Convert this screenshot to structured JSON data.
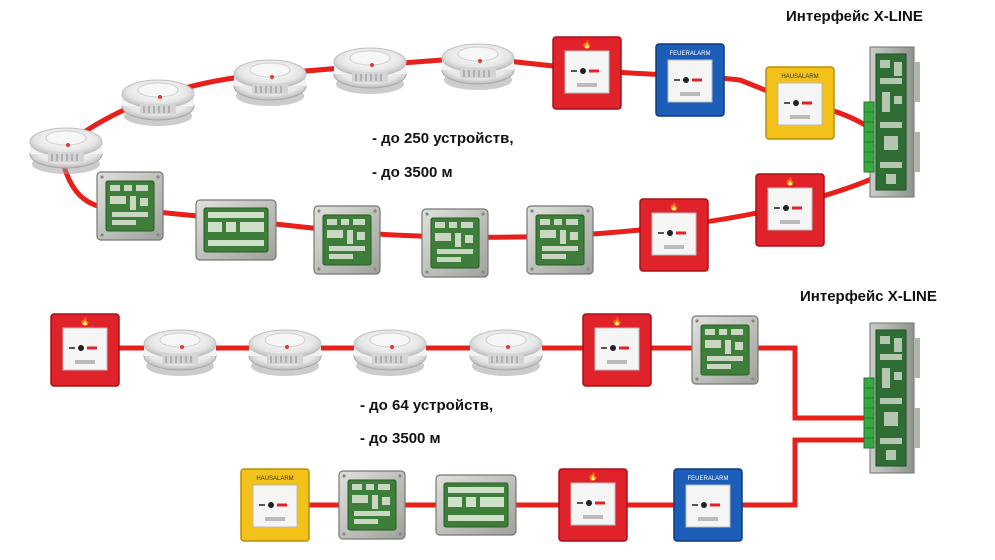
{
  "top_loop": {
    "interface_label": "Интерфейс X-LINE",
    "capacity_devices": "- до 250 устройств,",
    "capacity_length": "- до 3500 м",
    "devices_upper": [
      "smoke-detector",
      "smoke-detector",
      "smoke-detector",
      "smoke-detector",
      "smoke-detector",
      "manual-call-point-red",
      "manual-call-point-blue",
      "manual-call-point-yellow"
    ],
    "devices_lower": [
      "io-module",
      "io-module",
      "io-module",
      "io-module",
      "io-module",
      "manual-call-point-red",
      "manual-call-point-red"
    ]
  },
  "bottom_line": {
    "interface_label": "Интерфейс X-LINE",
    "capacity_devices": "- до 64 устройств,",
    "capacity_length": "- до 3500 м",
    "devices_upper": [
      "manual-call-point-red",
      "smoke-detector",
      "smoke-detector",
      "smoke-detector",
      "smoke-detector",
      "manual-call-point-red",
      "io-module"
    ],
    "devices_lower": [
      "manual-call-point-yellow",
      "io-module",
      "io-module",
      "manual-call-point-red",
      "manual-call-point-blue"
    ]
  },
  "colors": {
    "cable": "#e8201c",
    "mcp_red": "#e0232a",
    "mcp_blue": "#1c5db8",
    "mcp_yellow": "#f2c21b",
    "module_grey": "#c9ccc6",
    "pcb_green": "#3f7d3a",
    "detector_white": "#eeeeee"
  },
  "mcp_text": {
    "blue_header": "FEUERALARM",
    "yellow_header": "HAUSALARM"
  }
}
